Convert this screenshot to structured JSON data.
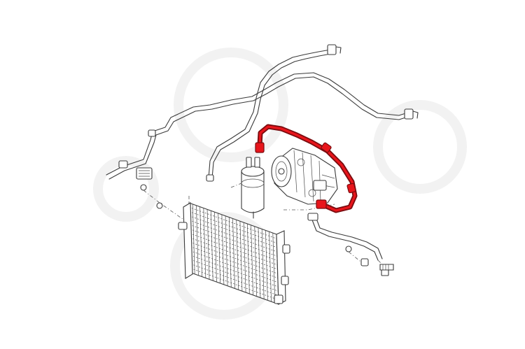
{
  "diagram": {
    "highlight_color": "#e8151b",
    "line_color": "#3a3a3a",
    "background": "#ffffff",
    "parts": [
      {
        "id": "hose",
        "icon": "highlighted-ac-hose",
        "highlighted": true
      },
      {
        "id": "compressor",
        "icon": "ac-compressor-icon"
      },
      {
        "id": "drier",
        "icon": "receiver-drier-icon"
      },
      {
        "id": "condenser",
        "icon": "condenser-radiator-icon"
      },
      {
        "id": "pipe-upper",
        "icon": "refrigerant-pipe-icon"
      },
      {
        "id": "pipe-lower",
        "icon": "refrigerant-pipe-icon"
      },
      {
        "id": "fasteners",
        "icon": "bolt-icon"
      }
    ]
  }
}
